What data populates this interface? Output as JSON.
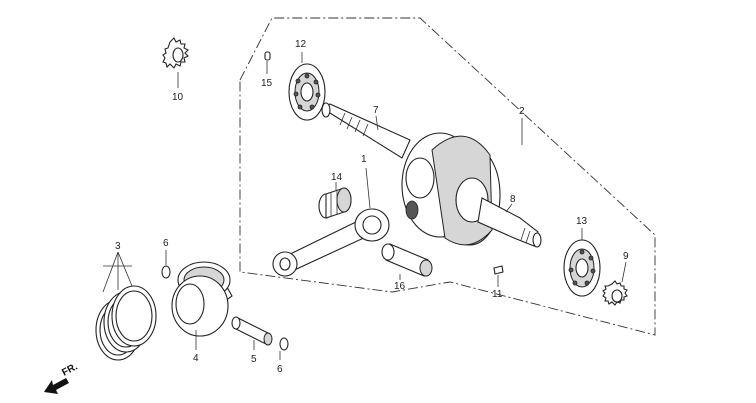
{
  "callouts": [
    {
      "id": "1",
      "label": "1"
    },
    {
      "id": "2",
      "label": "2"
    },
    {
      "id": "3",
      "label": "3"
    },
    {
      "id": "4",
      "label": "4"
    },
    {
      "id": "5",
      "label": "5"
    },
    {
      "id": "6a",
      "label": "6"
    },
    {
      "id": "6b",
      "label": "6"
    },
    {
      "id": "7",
      "label": "7"
    },
    {
      "id": "8",
      "label": "8"
    },
    {
      "id": "9",
      "label": "9"
    },
    {
      "id": "10",
      "label": "10"
    },
    {
      "id": "11",
      "label": "11"
    },
    {
      "id": "12",
      "label": "12"
    },
    {
      "id": "13",
      "label": "13"
    },
    {
      "id": "14",
      "label": "14"
    },
    {
      "id": "15",
      "label": "15"
    },
    {
      "id": "16",
      "label": "16"
    }
  ],
  "direction_marker": {
    "label": "FR."
  }
}
